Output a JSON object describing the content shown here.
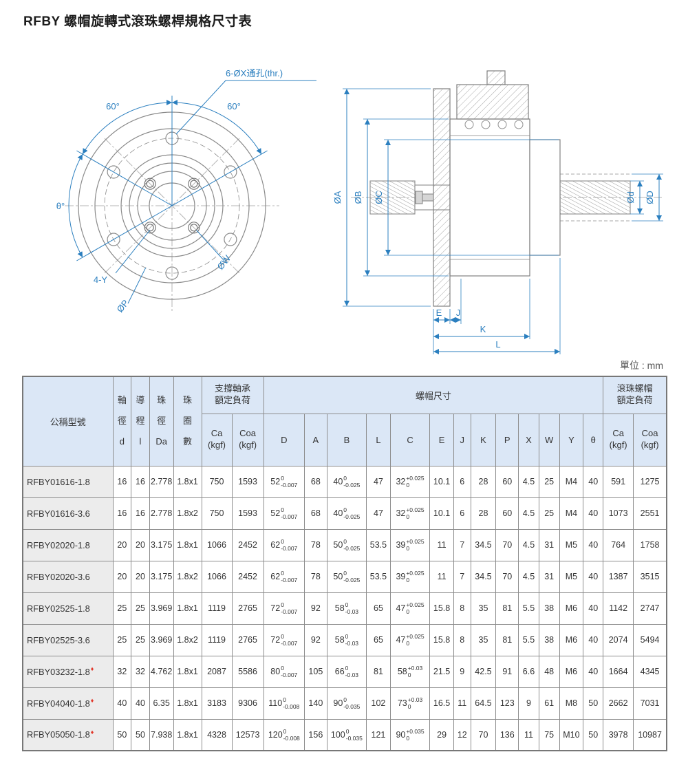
{
  "page": {
    "title": "RFBY 螺帽旋轉式滾珠螺桿規格尺寸表",
    "unit_note": "單位 : mm"
  },
  "colors": {
    "dimension_blue": "#2b7fbf",
    "header_bg": "#dbe7f6",
    "diamond_red": "#e2382b",
    "drawing_gray": "#8a8a8a"
  },
  "front_view": {
    "six_hole_label": "6-ØX通孔(thr.)",
    "angle_left": "60°",
    "angle_right": "60°",
    "theta_label": "θ°",
    "four_y_label": "4-Y",
    "p_label": "ØP",
    "w_label": "ØW"
  },
  "section_view": {
    "a_label": "ØA",
    "b_label": "ØB",
    "c_label": "ØC",
    "d_small_label": "Ød",
    "d_big_label": "ØD",
    "e_label": "E",
    "j_label": "J",
    "k_label": "K",
    "l_label": "L"
  },
  "table": {
    "diamond_marker": "♦",
    "header": {
      "model": "公稱型號",
      "shaft_dia": "軸\n徑\nd",
      "lead": "導\n程\nl",
      "ball_dia": "珠\n徑\nDa",
      "circuits": "珠\n圈\n數",
      "bearing_load_group": "支撐軸承\n額定負荷",
      "nut_dim_group": "螺帽尺寸",
      "nut_load_group": "滾珠螺帽\n額定負荷",
      "ca": "Ca\n(kgf)",
      "coa": "Coa\n(kgf)",
      "dims": [
        "D",
        "A",
        "B",
        "L",
        "C",
        "E",
        "J",
        "K",
        "P",
        "X",
        "W",
        "Y",
        "θ"
      ]
    },
    "rows": [
      {
        "model": "RFBY01616-1.8",
        "diamond": false,
        "d": "16",
        "l": "16",
        "Da": "2.778",
        "circuits": "1.8x1",
        "bearing_ca": "750",
        "bearing_coa": "1593",
        "D": {
          "v": "52",
          "sup": "0",
          "sub": "-0.007"
        },
        "A": "68",
        "B": {
          "v": "40",
          "sup": "0",
          "sub": "-0.025"
        },
        "L": "47",
        "C": {
          "v": "32",
          "sup": "+0.025",
          "sub": "0"
        },
        "E": "10.1",
        "J": "6",
        "K": "28",
        "P": "60",
        "X": "4.5",
        "W": "25",
        "Y": "M4",
        "theta": "40",
        "nut_ca": "591",
        "nut_coa": "1275"
      },
      {
        "model": "RFBY01616-3.6",
        "diamond": false,
        "d": "16",
        "l": "16",
        "Da": "2.778",
        "circuits": "1.8x2",
        "bearing_ca": "750",
        "bearing_coa": "1593",
        "D": {
          "v": "52",
          "sup": "0",
          "sub": "-0.007"
        },
        "A": "68",
        "B": {
          "v": "40",
          "sup": "0",
          "sub": "-0.025"
        },
        "L": "47",
        "C": {
          "v": "32",
          "sup": "+0.025",
          "sub": "0"
        },
        "E": "10.1",
        "J": "6",
        "K": "28",
        "P": "60",
        "X": "4.5",
        "W": "25",
        "Y": "M4",
        "theta": "40",
        "nut_ca": "1073",
        "nut_coa": "2551"
      },
      {
        "model": "RFBY02020-1.8",
        "diamond": false,
        "d": "20",
        "l": "20",
        "Da": "3.175",
        "circuits": "1.8x1",
        "bearing_ca": "1066",
        "bearing_coa": "2452",
        "D": {
          "v": "62",
          "sup": "0",
          "sub": "-0.007"
        },
        "A": "78",
        "B": {
          "v": "50",
          "sup": "0",
          "sub": "-0.025"
        },
        "L": "53.5",
        "C": {
          "v": "39",
          "sup": "+0.025",
          "sub": "0"
        },
        "E": "11",
        "J": "7",
        "K": "34.5",
        "P": "70",
        "X": "4.5",
        "W": "31",
        "Y": "M5",
        "theta": "40",
        "nut_ca": "764",
        "nut_coa": "1758"
      },
      {
        "model": "RFBY02020-3.6",
        "diamond": false,
        "d": "20",
        "l": "20",
        "Da": "3.175",
        "circuits": "1.8x2",
        "bearing_ca": "1066",
        "bearing_coa": "2452",
        "D": {
          "v": "62",
          "sup": "0",
          "sub": "-0.007"
        },
        "A": "78",
        "B": {
          "v": "50",
          "sup": "0",
          "sub": "-0.025"
        },
        "L": "53.5",
        "C": {
          "v": "39",
          "sup": "+0.025",
          "sub": "0"
        },
        "E": "11",
        "J": "7",
        "K": "34.5",
        "P": "70",
        "X": "4.5",
        "W": "31",
        "Y": "M5",
        "theta": "40",
        "nut_ca": "1387",
        "nut_coa": "3515"
      },
      {
        "model": "RFBY02525-1.8",
        "diamond": false,
        "d": "25",
        "l": "25",
        "Da": "3.969",
        "circuits": "1.8x1",
        "bearing_ca": "1119",
        "bearing_coa": "2765",
        "D": {
          "v": "72",
          "sup": "0",
          "sub": "-0.007"
        },
        "A": "92",
        "B": {
          "v": "58",
          "sup": "0",
          "sub": "-0.03"
        },
        "L": "65",
        "C": {
          "v": "47",
          "sup": "+0.025",
          "sub": "0"
        },
        "E": "15.8",
        "J": "8",
        "K": "35",
        "P": "81",
        "X": "5.5",
        "W": "38",
        "Y": "M6",
        "theta": "40",
        "nut_ca": "1142",
        "nut_coa": "2747"
      },
      {
        "model": "RFBY02525-3.6",
        "diamond": false,
        "d": "25",
        "l": "25",
        "Da": "3.969",
        "circuits": "1.8x2",
        "bearing_ca": "1119",
        "bearing_coa": "2765",
        "D": {
          "v": "72",
          "sup": "0",
          "sub": "-0.007"
        },
        "A": "92",
        "B": {
          "v": "58",
          "sup": "0",
          "sub": "-0.03"
        },
        "L": "65",
        "C": {
          "v": "47",
          "sup": "+0.025",
          "sub": "0"
        },
        "E": "15.8",
        "J": "8",
        "K": "35",
        "P": "81",
        "X": "5.5",
        "W": "38",
        "Y": "M6",
        "theta": "40",
        "nut_ca": "2074",
        "nut_coa": "5494"
      },
      {
        "model": "RFBY03232-1.8",
        "diamond": true,
        "d": "32",
        "l": "32",
        "Da": "4.762",
        "circuits": "1.8x1",
        "bearing_ca": "2087",
        "bearing_coa": "5586",
        "D": {
          "v": "80",
          "sup": "0",
          "sub": "-0.007"
        },
        "A": "105",
        "B": {
          "v": "66",
          "sup": "0",
          "sub": "-0.03"
        },
        "L": "81",
        "C": {
          "v": "58",
          "sup": "+0.03",
          "sub": "0"
        },
        "E": "21.5",
        "J": "9",
        "K": "42.5",
        "P": "91",
        "X": "6.6",
        "W": "48",
        "Y": "M6",
        "theta": "40",
        "nut_ca": "1664",
        "nut_coa": "4345"
      },
      {
        "model": "RFBY04040-1.8",
        "diamond": true,
        "d": "40",
        "l": "40",
        "Da": "6.35",
        "circuits": "1.8x1",
        "bearing_ca": "3183",
        "bearing_coa": "9306",
        "D": {
          "v": "110",
          "sup": "0",
          "sub": "-0.008"
        },
        "A": "140",
        "B": {
          "v": "90",
          "sup": "0",
          "sub": "-0.035"
        },
        "L": "102",
        "C": {
          "v": "73",
          "sup": "+0.03",
          "sub": "0"
        },
        "E": "16.5",
        "J": "11",
        "K": "64.5",
        "P": "123",
        "X": "9",
        "W": "61",
        "Y": "M8",
        "theta": "50",
        "nut_ca": "2662",
        "nut_coa": "7031"
      },
      {
        "model": "RFBY05050-1.8",
        "diamond": true,
        "d": "50",
        "l": "50",
        "Da": "7.938",
        "circuits": "1.8x1",
        "bearing_ca": "4328",
        "bearing_coa": "12573",
        "D": {
          "v": "120",
          "sup": "0",
          "sub": "-0.008"
        },
        "A": "156",
        "B": {
          "v": "100",
          "sup": "0",
          "sub": "-0.035"
        },
        "L": "121",
        "C": {
          "v": "90",
          "sup": "+0.035",
          "sub": "0"
        },
        "E": "29",
        "J": "12",
        "K": "70",
        "P": "136",
        "X": "11",
        "W": "75",
        "Y": "M10",
        "theta": "50",
        "nut_ca": "3978",
        "nut_coa": "10987"
      }
    ]
  }
}
